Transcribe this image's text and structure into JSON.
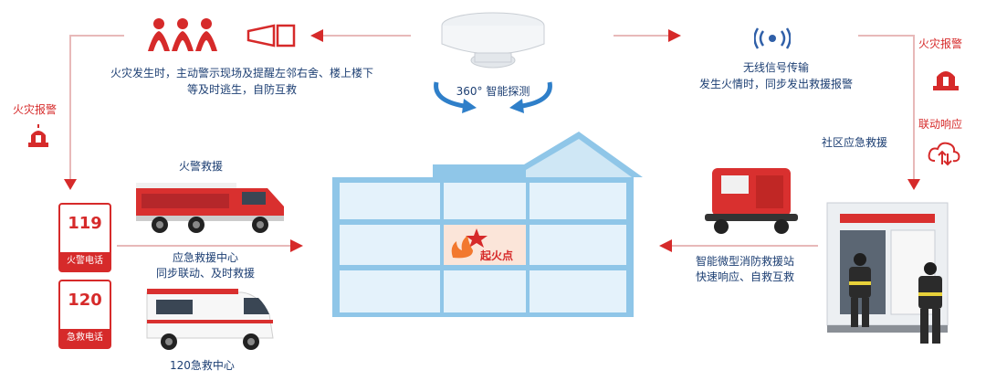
{
  "left_top": {
    "alert_line1": "火灾发生时，主动警示现场及提醒左邻右舍、楼上楼下",
    "alert_line2": "等及时逃生，自防互救"
  },
  "left_side": {
    "fire_alarm": "火灾报警"
  },
  "center_top": {
    "detector_caption": "360° 智能探测"
  },
  "right_top": {
    "line1": "无线信号传输",
    "line2": "发生火情时，同步发出救援报警"
  },
  "right_side": {
    "fire_alarm": "火灾报警",
    "linkage": "联动响应",
    "community_rescue": "社区应急救援"
  },
  "middle_left": {
    "fire_rescue": "火警救援",
    "center_line1": "应急救援中心",
    "center_line2": "同步联动、及时救援",
    "ambulance_caption": "120急救中心"
  },
  "phones": {
    "fire": {
      "number": "119",
      "label": "火警电话"
    },
    "medical": {
      "number": "120",
      "label": "急救电话"
    }
  },
  "house": {
    "fire_origin": "起火点"
  },
  "middle_right": {
    "station_line1": "智能微型消防救援站",
    "station_line2": "快速响应、自救互救"
  },
  "colors": {
    "accent_red": "#d62a2a",
    "text_blue": "#1d3f73",
    "house_blue": "#8fc6e8"
  }
}
